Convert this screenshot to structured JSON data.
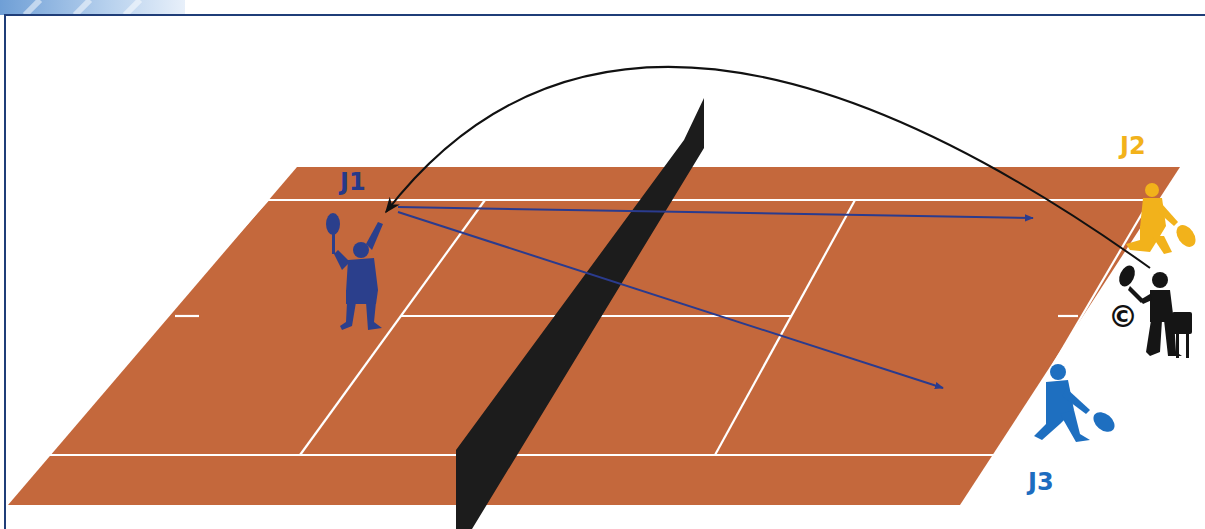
{
  "diagram": {
    "labels": [
      "J1",
      "J2",
      "J3",
      "©"
    ]
  }
}
